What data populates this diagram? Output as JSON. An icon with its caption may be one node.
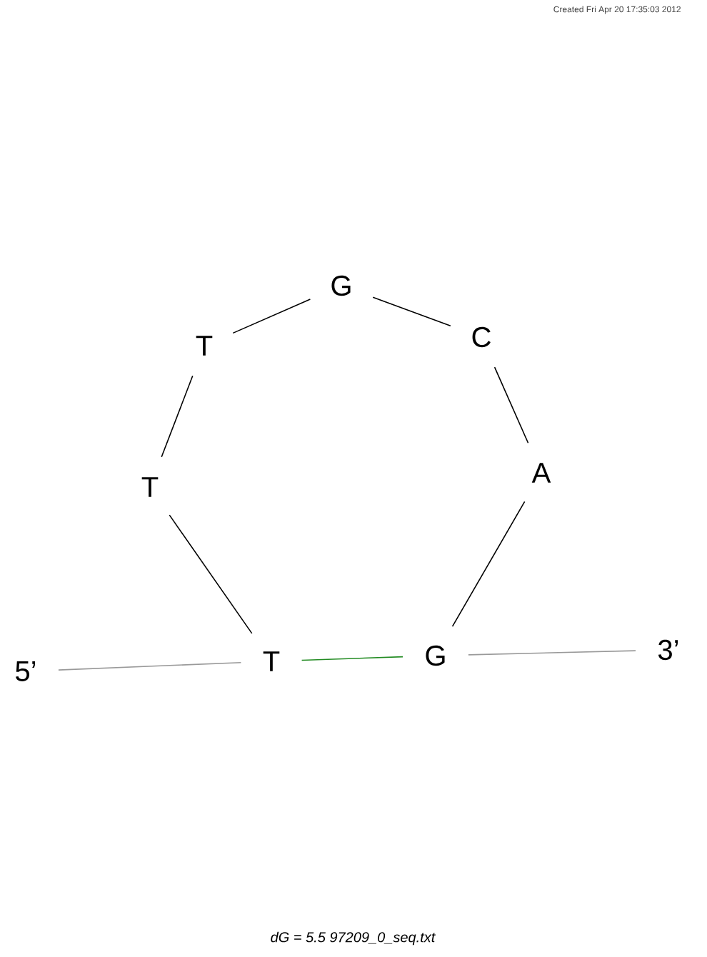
{
  "diagram": {
    "caption": "dG = 5.5 97209_0_seq.txt",
    "nodes": [
      {
        "text": [
          "5’"
        ]
      },
      {
        "text": [
          "T"
        ]
      },
      {
        "text": [
          "T"
        ]
      },
      {
        "text": [
          "T"
        ]
      },
      {
        "text": [
          "G"
        ]
      },
      {
        "text": [
          "C"
        ]
      },
      {
        "text": [
          "A"
        ]
      },
      {
        "text": [
          "G"
        ]
      },
      {
        "text": [
          "3’"
        ]
      }
    ],
    "edges": [
      {
        "from": 0,
        "to": 1,
        "arrow": "none",
        "color": "#999999"
      },
      {
        "from": 1,
        "to": 2,
        "arrow": "none"
      },
      {
        "from": 2,
        "to": 3,
        "arrow": "none"
      },
      {
        "from": 3,
        "to": 4,
        "arrow": "none"
      },
      {
        "from": 4,
        "to": 5,
        "arrow": "none"
      },
      {
        "from": 5,
        "to": 6,
        "arrow": "none"
      },
      {
        "from": 6,
        "to": 7,
        "arrow": "none"
      },
      {
        "from": 1,
        "to": 7,
        "arrow": "none",
        "color": "#228b22"
      },
      {
        "from": 7,
        "to": 8,
        "arrow": "none",
        "color": "#999999"
      }
    ],
    "labels": [
      "Created Fri Apr 20 17:35:03 2012"
    ]
  }
}
